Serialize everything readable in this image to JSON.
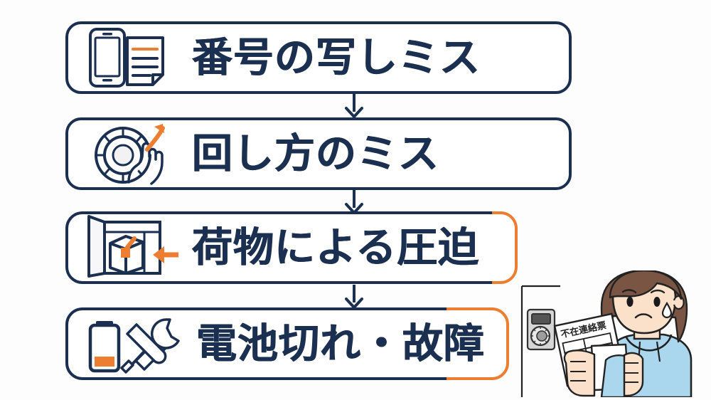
{
  "infographic": {
    "title_visible": false,
    "background_color": "#fdfdfd",
    "accent_navy": "#1b2f50",
    "accent_orange": "#ed7d31",
    "steps": [
      {
        "index": 1,
        "label": "番号の写しミス",
        "icon_name": "smartphone-document-icon",
        "border_style": "navy",
        "connector_below": "down-arrow"
      },
      {
        "index": 2,
        "label": "回し方のミス",
        "icon_name": "dial-lock-hand-icon",
        "border_style": "navy",
        "connector_below": "down-arrow"
      },
      {
        "index": 3,
        "label": "荷物による圧迫",
        "icon_name": "locker-package-pressure-icon",
        "border_style": "navy-to-orange",
        "connector_below": "down-arrow"
      },
      {
        "index": 4,
        "label": "電池切れ・故障",
        "icon_name": "battery-tools-icon",
        "border_style": "navy-to-orange",
        "connector_below": "none"
      }
    ],
    "illustration": {
      "name": "worried-woman-with-notice-illustration",
      "hoodie_color": "#aad7ee",
      "hair_color": "#7a5543",
      "skin_color": "#fbe0ca",
      "wall_device_name": "dial-lock-wall-device",
      "paper_text": "不在連絡票"
    }
  }
}
